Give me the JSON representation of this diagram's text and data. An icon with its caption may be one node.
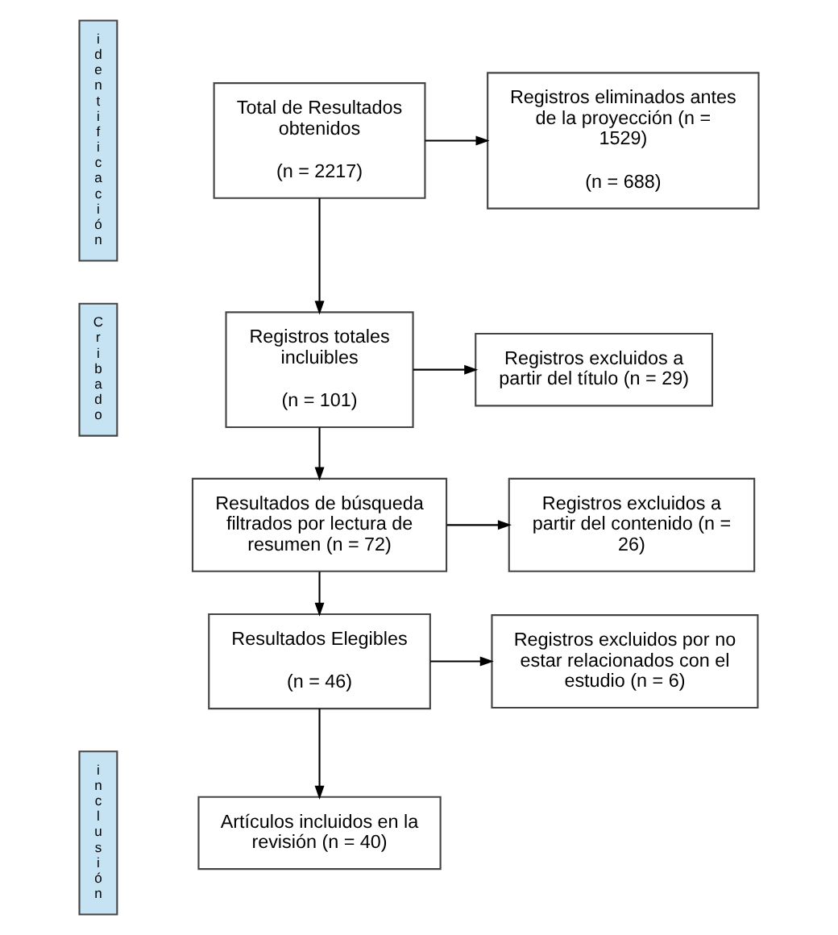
{
  "diagram": {
    "nodes": [
      {
        "text": [
          "identificación"
        ]
      },
      {
        "text": [
          "Total de Resultados obtenidos",
          "(n = 2217)"
        ]
      },
      {
        "text": [
          "Registros eliminados antes de la proyección (n = 1529)",
          "(n = 688)"
        ]
      },
      {
        "text": [
          "Cribado"
        ]
      },
      {
        "text": [
          "Registros totales incluibles",
          "(n = 101)"
        ]
      },
      {
        "text": [
          "Registros excluidos a partir del título (n = 29)"
        ]
      },
      {
        "text": [
          "Resultados de búsqueda filtrados por lectura de resumen (n = 72)"
        ]
      },
      {
        "text": [
          "Registros excluidos a partir del contenido (n = 26)"
        ]
      },
      {
        "text": [
          "Resultados Elegibles",
          "(n = 46)"
        ]
      },
      {
        "text": [
          "Registros excluidos por no estar relacionados con el estudio (n = 6)"
        ]
      },
      {
        "text": [
          "inclusión"
        ]
      },
      {
        "text": [
          "Artículos incluidos en la revisión (n = 40)"
        ]
      }
    ],
    "edges": [
      {
        "from": 1,
        "to": 2,
        "arrow": "to"
      },
      {
        "from": 1,
        "to": 4,
        "arrow": "to"
      },
      {
        "from": 4,
        "to": 5,
        "arrow": "to"
      },
      {
        "from": 4,
        "to": 6,
        "arrow": "to"
      },
      {
        "from": 6,
        "to": 7,
        "arrow": "to"
      },
      {
        "from": 6,
        "to": 8,
        "arrow": "to"
      },
      {
        "from": 8,
        "to": 9,
        "arrow": "to"
      },
      {
        "from": 8,
        "to": 11,
        "arrow": "to"
      }
    ]
  }
}
